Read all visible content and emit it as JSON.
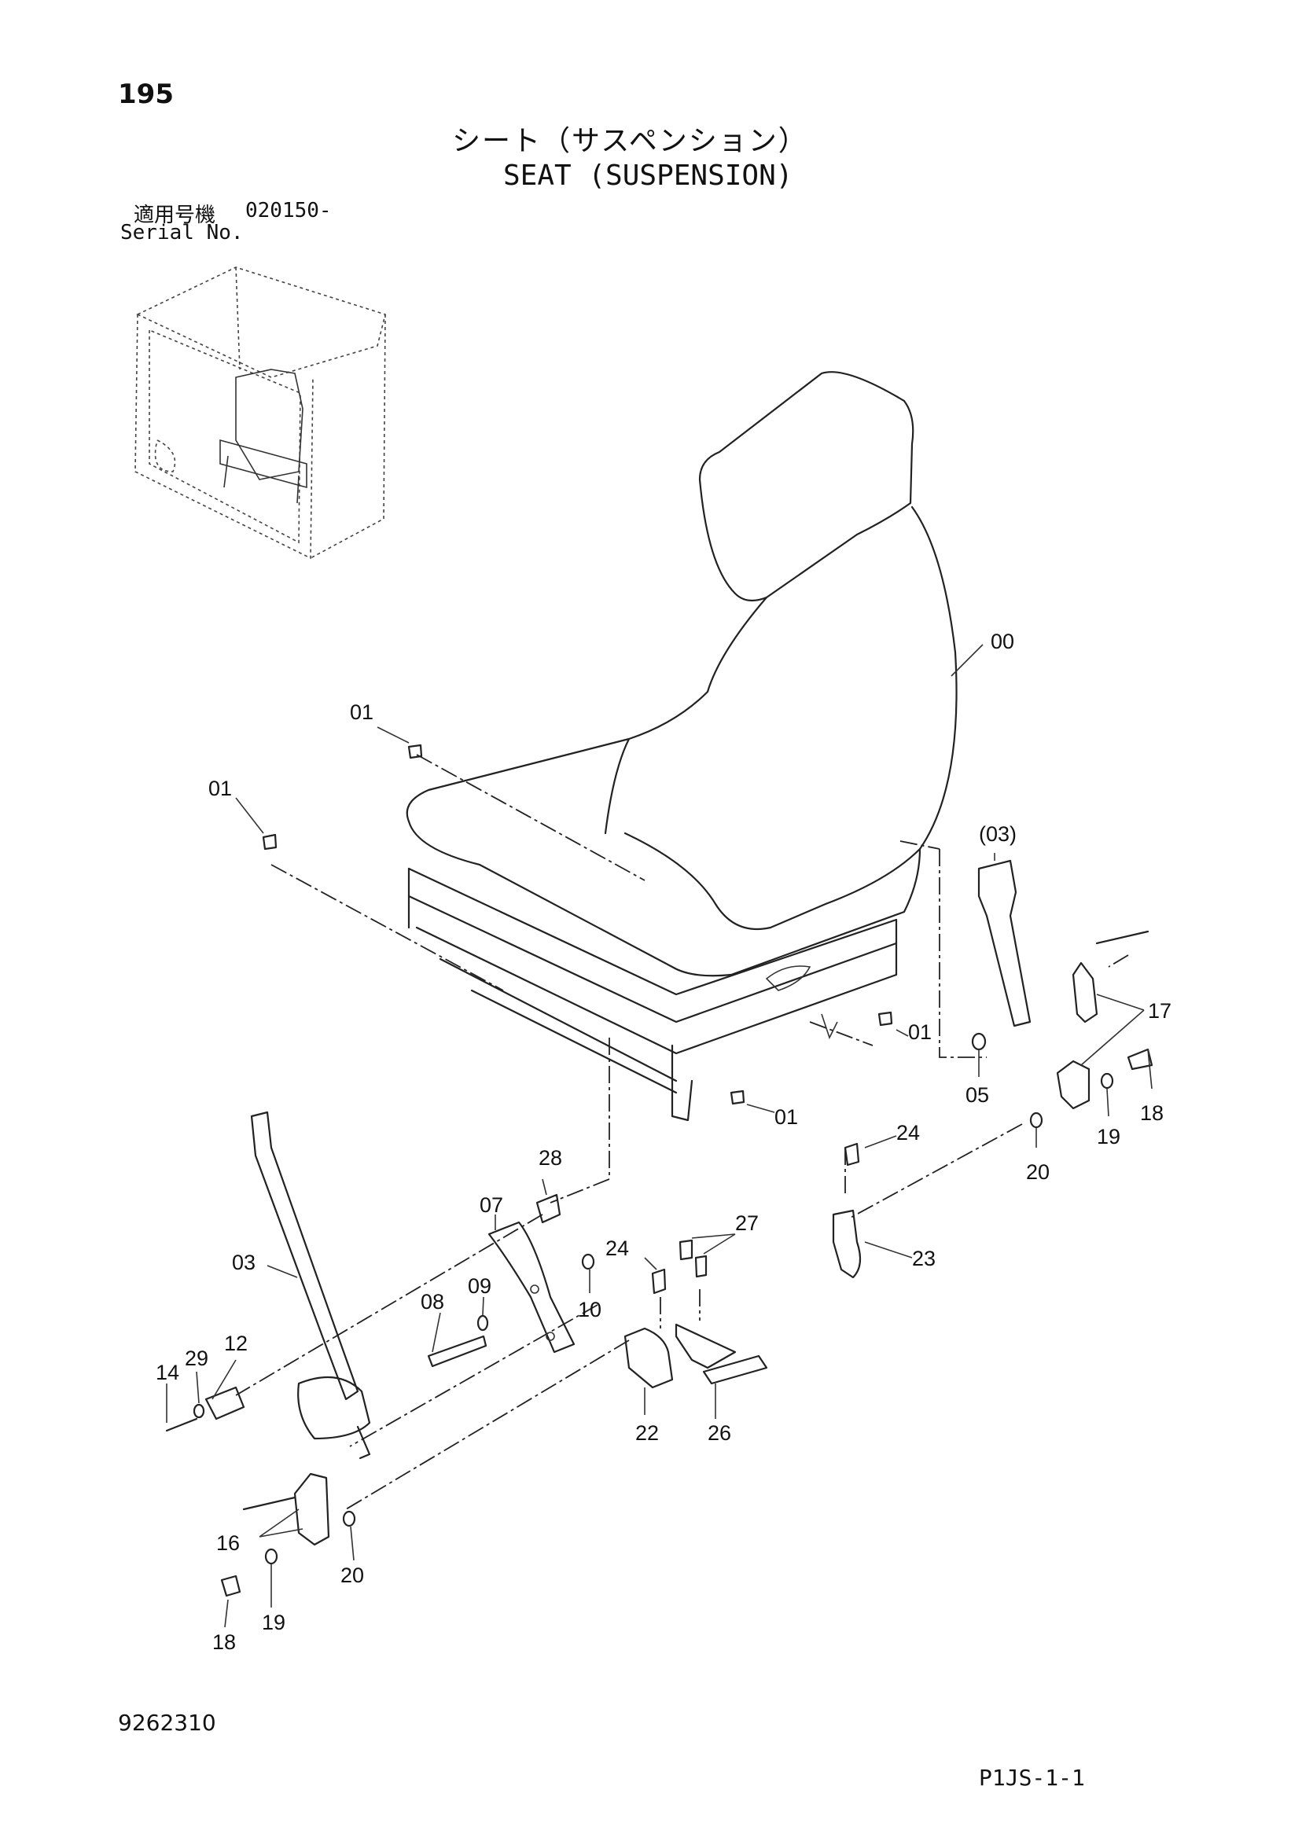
{
  "page_number": "195",
  "title_jp": "シート（サスペンション）",
  "title_en": "SEAT (SUSPENSION)",
  "serial": {
    "label_jp": "適用号機",
    "value": "020150-",
    "label_en": "Serial No."
  },
  "callouts": {
    "c00": "00",
    "c01a": "01",
    "c01b": "01",
    "c01c": "01",
    "c01d": "01",
    "c03a": "(03)",
    "c03b": "03",
    "c05": "05",
    "c07": "07",
    "c08": "08",
    "c09": "09",
    "c10": "10",
    "c12": "12",
    "c14": "14",
    "c16": "16",
    "c17": "17",
    "c18a": "18",
    "c18b": "18",
    "c19a": "19",
    "c19b": "19",
    "c20a": "20",
    "c20b": "20",
    "c22": "22",
    "c23": "23",
    "c24a": "24",
    "c24b": "24",
    "c26": "26",
    "c27": "27",
    "c28": "28",
    "c29": "29"
  },
  "doc_number": "9262310",
  "page_code": "P1JS-1-1"
}
